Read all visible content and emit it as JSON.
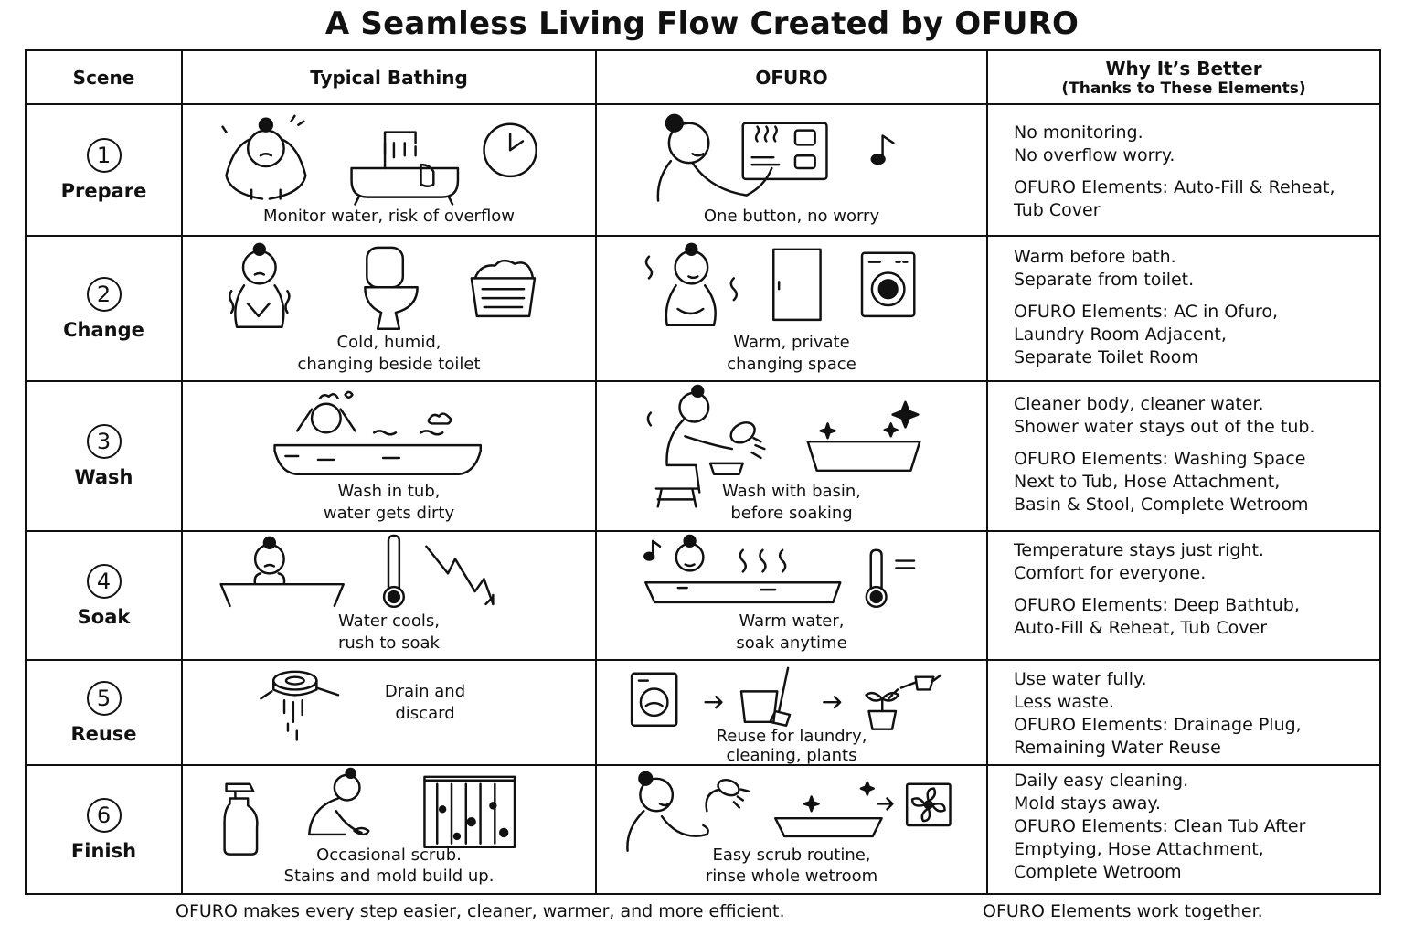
{
  "title": "A Seamless Living Flow Created by OFURO",
  "headers": {
    "scene": "Scene",
    "typical": "Typical Bathing",
    "ofuro": "OFURO",
    "why": "Why It’s Better",
    "why_sub": "(Thanks to These Elements)"
  },
  "rows": [
    {
      "num": "1",
      "scene": "Prepare",
      "typical_caption": "Monitor water, risk of overflow",
      "ofuro_caption": "One button, no worry",
      "benefit": "No monitoring.\nNo overflow worry.",
      "elements": "OFURO Elements: Auto-Fill & Reheat,\nTub Cover"
    },
    {
      "num": "2",
      "scene": "Change",
      "typical_caption": "Cold, humid,\nchanging beside toilet",
      "ofuro_caption": "Warm, private\nchanging space",
      "benefit": "Warm before bath.\nSeparate from toilet.",
      "elements": "OFURO Elements: AC in Ofuro,\nLaundry Room Adjacent,\nSeparate Toilet Room"
    },
    {
      "num": "3",
      "scene": "Wash",
      "typical_caption": "Wash in tub,\nwater gets dirty",
      "ofuro_caption": "Wash with basin,\nbefore soaking",
      "benefit": "Cleaner body, cleaner water.\nShower water stays out of the tub.",
      "elements": "OFURO Elements: Washing Space\nNext to Tub, Hose Attachment,\nBasin & Stool, Complete Wetroom"
    },
    {
      "num": "4",
      "scene": "Soak",
      "typical_caption": "Water cools,\nrush to soak",
      "ofuro_caption": "Warm water,\nsoak anytime",
      "benefit": "Temperature stays just right.\nComfort for everyone.",
      "elements": "OFURO Elements: Deep Bathtub,\nAuto-Fill & Reheat, Tub Cover"
    },
    {
      "num": "5",
      "scene": "Reuse",
      "typical_caption": "Drain and\ndiscard",
      "ofuro_caption": "Reuse for laundry,\ncleaning, plants",
      "benefit": "Use water fully.\nLess waste.",
      "elements": "OFURO Elements: Drainage Plug,\nRemaining Water Reuse"
    },
    {
      "num": "6",
      "scene": "Finish",
      "typical_caption": "Occasional scrub.\nStains and mold build up.",
      "ofuro_caption": "Easy scrub routine,\nrinse whole wetroom",
      "benefit": "Daily easy cleaning.\nMold stays away.",
      "elements": "OFURO Elements: Clean Tub After\nEmptying, Hose Attachment,\nComplete Wetroom"
    }
  ],
  "footer": {
    "left": "OFURO makes every step easier, cleaner, warmer, and more efficient.",
    "right": "OFURO Elements work together."
  }
}
